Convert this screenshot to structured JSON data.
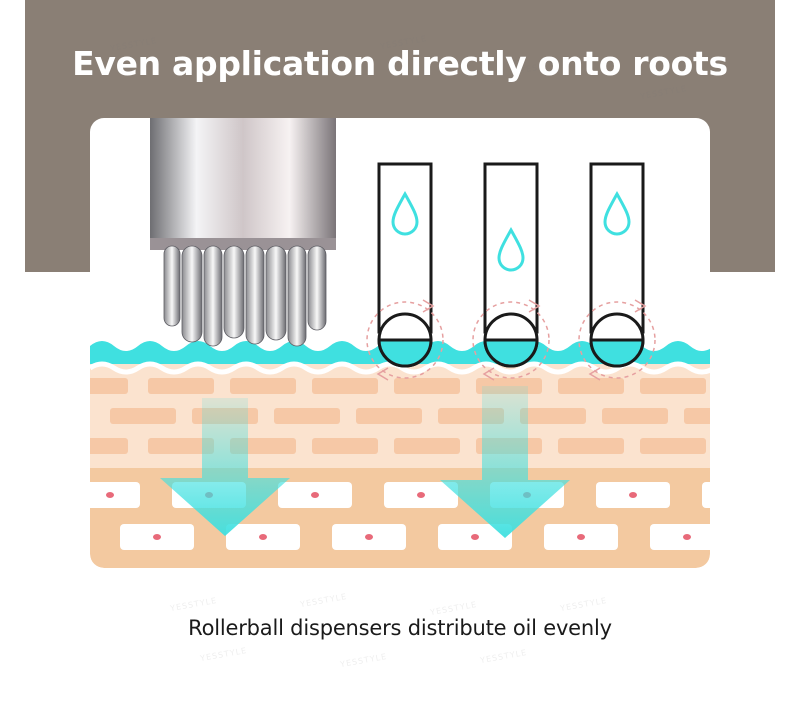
{
  "headline": "Even application directly onto roots",
  "caption": "Rollerball dispensers distribute oil evenly",
  "watermark": "YESSTYLE",
  "colors": {
    "band": "#8a7f75",
    "oil": "#3fe0e0",
    "skin_upper": "#fbe3cf",
    "skin_lower": "#f3c9a0",
    "cell": "#f6c8a6",
    "nucleus": "#e86a7a",
    "rotation_arrow": "#e6a0a0"
  },
  "icons": [
    "droplet-icon",
    "down-arrow-icon",
    "rotation-arrow-icon"
  ]
}
